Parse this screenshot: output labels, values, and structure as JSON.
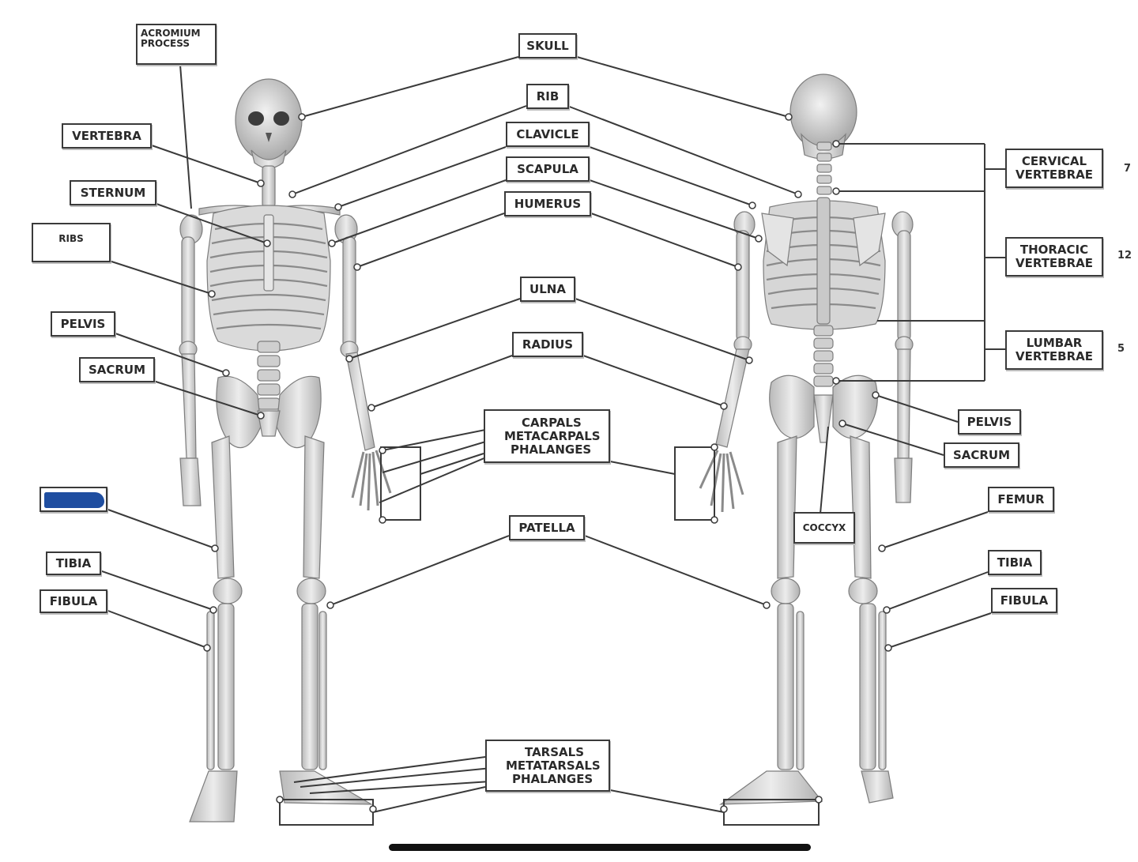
{
  "labels": {
    "acromium_process": [
      "ACROMIUM",
      "PROCESS"
    ],
    "vertebra": "VERTEBRA",
    "sternum": "STERNUM",
    "ribs": "RIBS",
    "pelvis_left": "PELVIS",
    "sacrum_left": "SACRUM",
    "tibia_left": "TIBIA",
    "fibula_left": "FIBULA",
    "skull": "SKULL",
    "rib": "RIB",
    "clavicle": "CLAVICLE",
    "scapula": "SCAPULA",
    "humerus": "HUMERUS",
    "ulna": "ULNA",
    "radius": "RADIUS",
    "hand_group": [
      "CARPALS",
      "METACARPALS",
      "PHALANGES"
    ],
    "patella": "PATELLA",
    "foot_group": [
      "TARSALS",
      "METATARSALS",
      "PHALANGES"
    ],
    "cervical_vertebrae": [
      "CERVICAL",
      "VERTEBRAE"
    ],
    "thoracic_vertebrae": [
      "THORACIC",
      "VERTEBRAE"
    ],
    "lumbar_vertebrae": [
      "LUMBAR",
      "VERTEBRAE"
    ],
    "pelvis_right": "PELVIS",
    "sacrum_right": "SACRUM",
    "coccyx": "COCCYX",
    "femur": "FEMUR",
    "tibia_right": "TIBIA",
    "fibula_right": "FIBULA"
  },
  "vertebra_counts": {
    "cervical": "7",
    "thoracic": "12",
    "lumbar": "5"
  },
  "colors": {
    "line": "#3a3a3a",
    "bone": "#d9d9d9",
    "bone_shadow": "#9a9a9a",
    "redaction": "#1f4ea0"
  },
  "icons": {
    "redacted_label": "blue-redaction-mark",
    "scrollbar": "horizontal-scrollbar"
  }
}
